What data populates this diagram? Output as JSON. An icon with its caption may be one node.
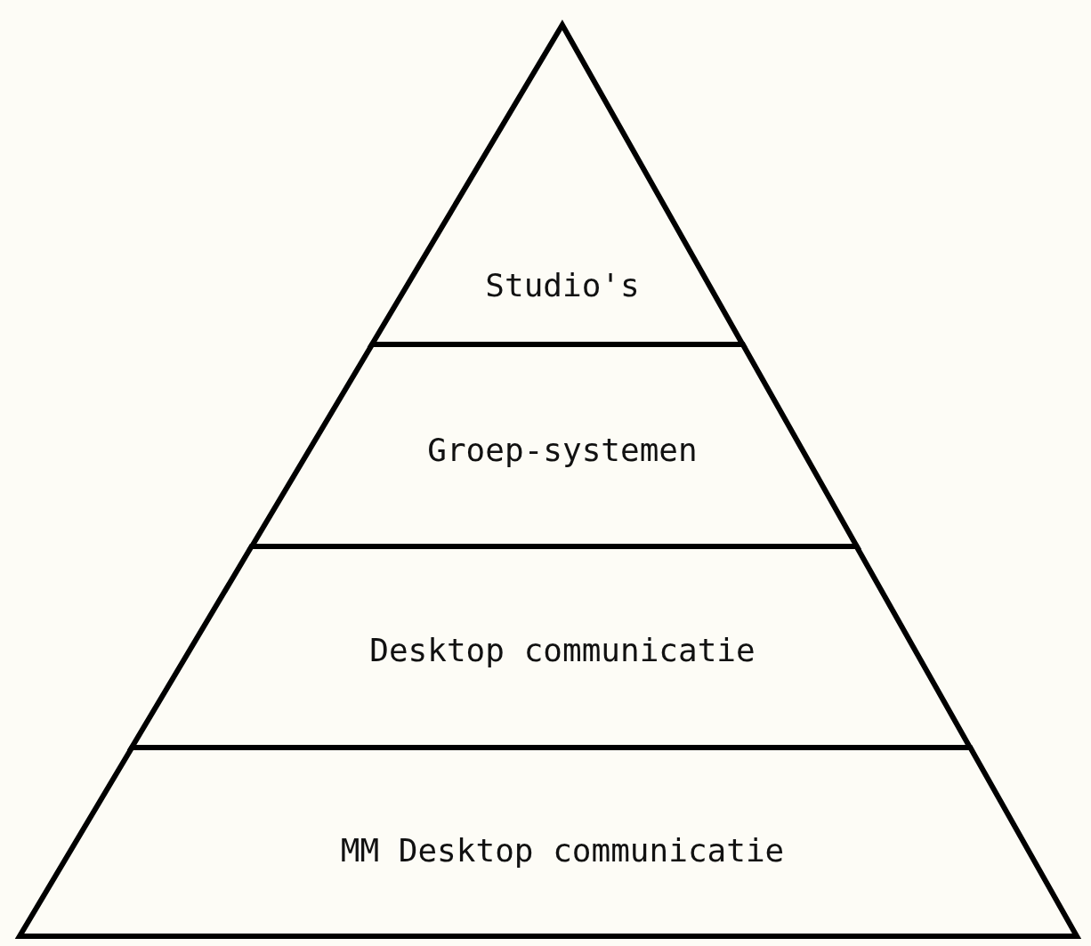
{
  "diagram": {
    "nodes": [
      {
        "text": [
          "Studio's"
        ]
      },
      {
        "text": [
          "Groep-systemen"
        ]
      },
      {
        "text": [
          "Desktop communicatie"
        ]
      },
      {
        "text": [
          "MM Desktop communicatie"
        ]
      }
    ]
  }
}
